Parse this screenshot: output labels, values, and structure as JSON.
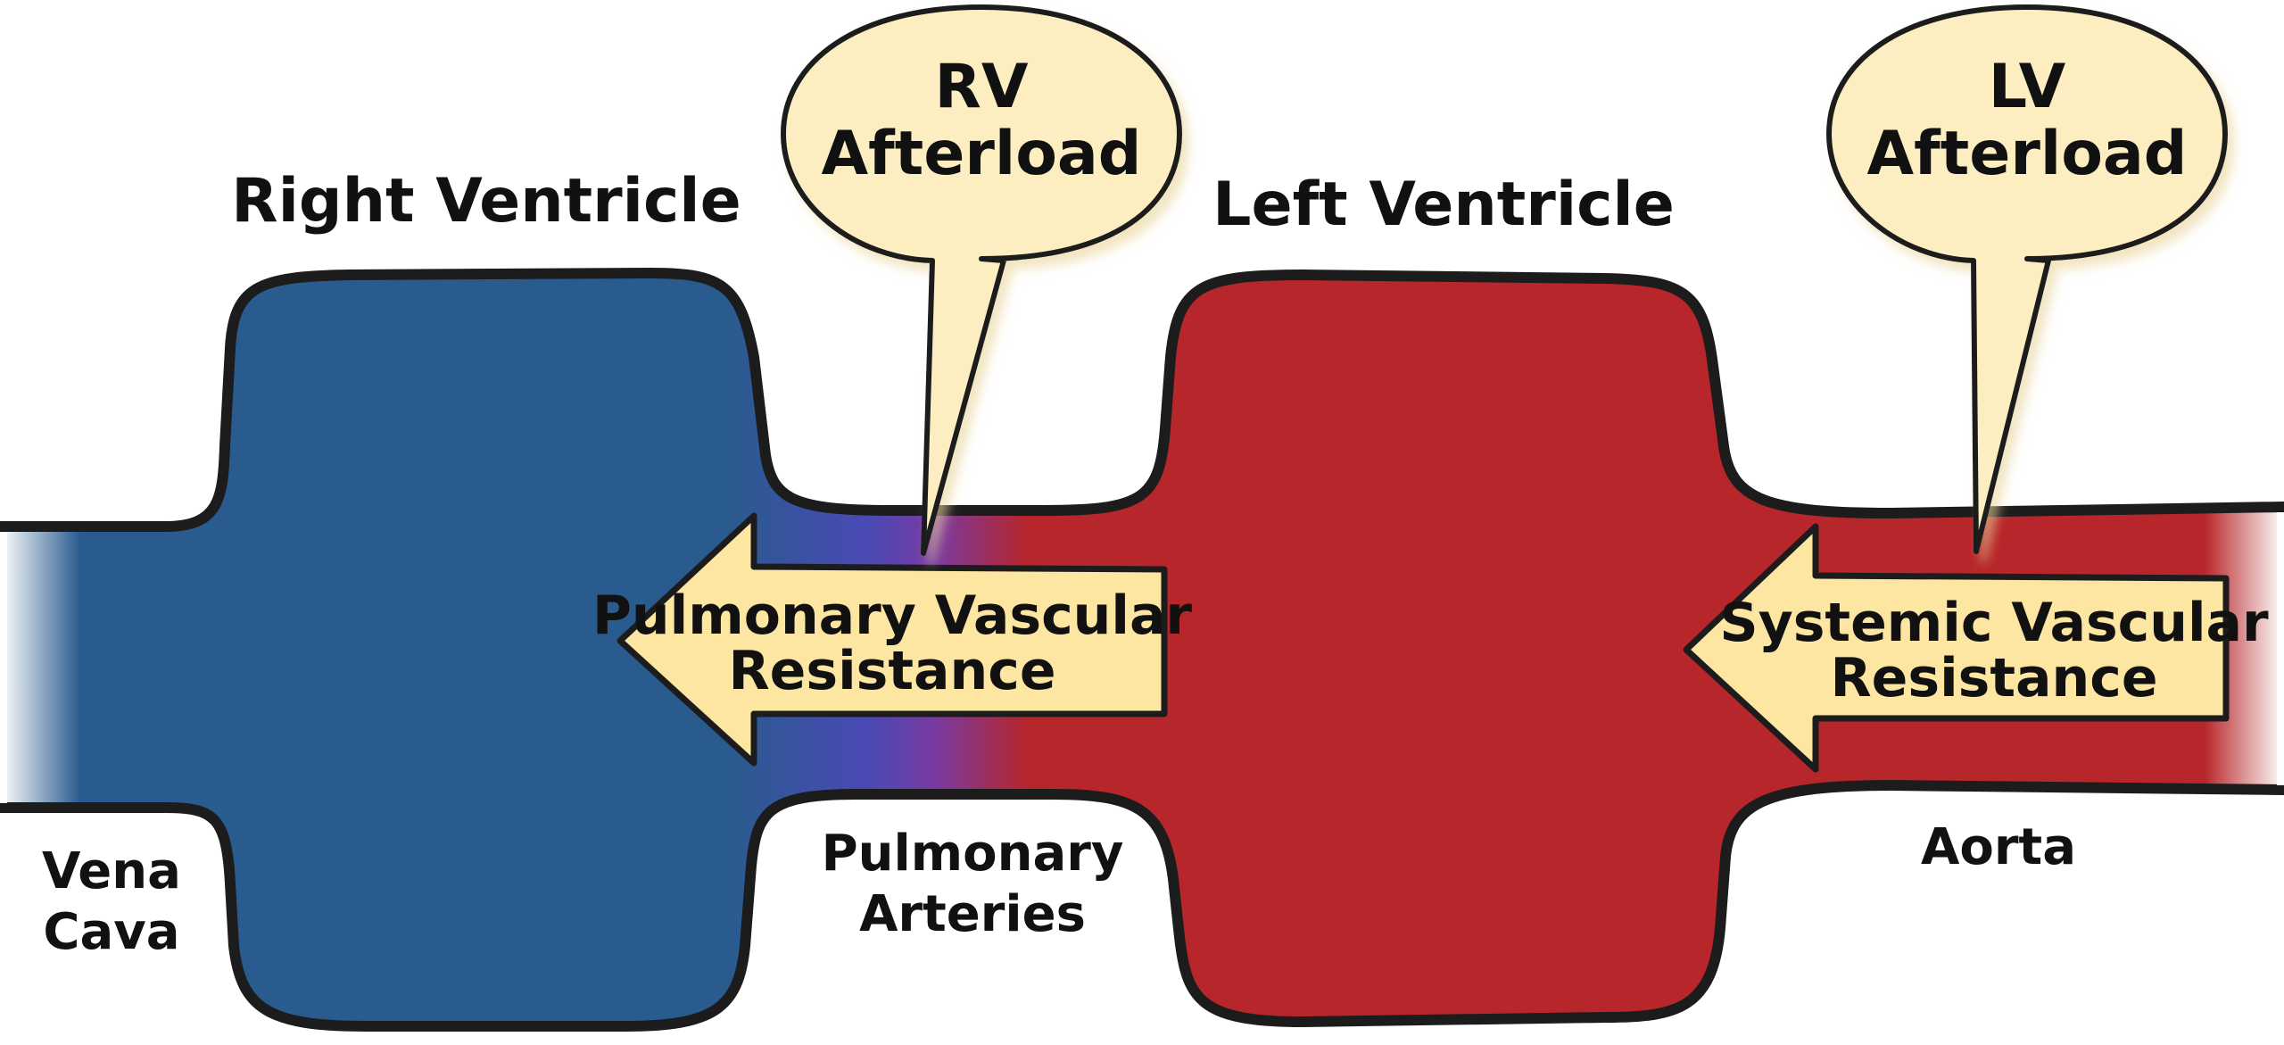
{
  "labels": {
    "right_ventricle": "Right Ventricle",
    "left_ventricle": "Left Ventricle",
    "vena_cava_1": "Vena",
    "vena_cava_2": "Cava",
    "pulmonary_arteries_1": "Pulmonary",
    "pulmonary_arteries_2": "Arteries",
    "aorta": "Aorta"
  },
  "bubbles": {
    "rv_afterload": {
      "line1": "RV",
      "line2": "Afterload"
    },
    "lv_afterload": {
      "line1": "LV",
      "line2": "Afterload"
    }
  },
  "arrows": {
    "pvr": {
      "line1": "Pulmonary Vascular",
      "line2": "Resistance"
    },
    "svr": {
      "line1": "Systemic Vascular",
      "line2": "Resistance"
    }
  },
  "colors": {
    "right_side": "#2a5b8f",
    "left_side": "#b7262a",
    "transition": "#4a49b5",
    "callout_fill": "#fdeec2",
    "arrow_fill": "#fde6a2",
    "outline": "#1c1c1c"
  }
}
